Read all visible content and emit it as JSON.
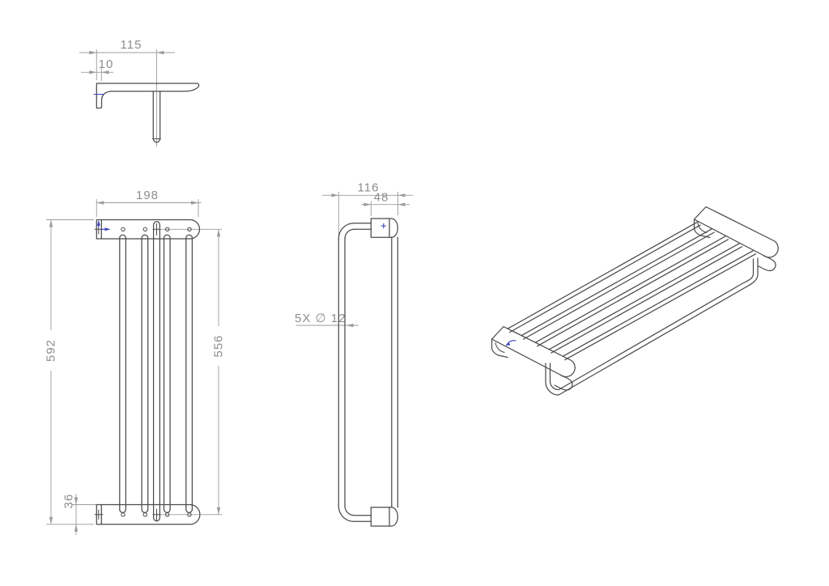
{
  "drawing": {
    "background": "#ffffff",
    "colors": {
      "outline": "#4b4b4b",
      "dimension_lines": "#9c9c9c",
      "dimension_text": "#8d8d8d",
      "origin_marker_blue": "#3a43c0"
    },
    "views": {
      "profile": {
        "dim_width": "115",
        "dim_wall_thickness": "10"
      },
      "front": {
        "dim_plate_length": "198",
        "dim_overall_length": "592",
        "dim_bar_length": "556",
        "dim_plate_width": "36"
      },
      "side": {
        "dim_overall_depth": "116",
        "dim_mount_depth": "48",
        "callout_bar_diameter": "5X ∅ 12"
      }
    }
  }
}
